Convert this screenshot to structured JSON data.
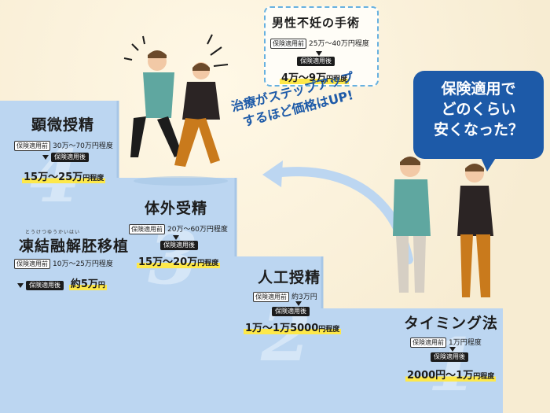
{
  "colors": {
    "stair": "#bcd6f1",
    "accent_blue": "#1d5aa8",
    "highlight": "#fde84a",
    "background": "#fbf3df"
  },
  "labels": {
    "before": "保険適用前",
    "after": "保険適用後"
  },
  "bubble": {
    "line1": "保険適用で",
    "line2": "どのくらい",
    "line3": "安くなった？"
  },
  "slogan": {
    "line1": "治療がステップアップ",
    "line2": "するほど価格はUP!"
  },
  "male": {
    "title": "男性不妊の手術",
    "before": "25万～40万円程度",
    "after": "4万～9万",
    "after_unit": "円程度"
  },
  "steps": {
    "s1": {
      "num": "1",
      "title": "タイミング法",
      "before": "1万円程度",
      "after": "2000円～1万",
      "after_unit": "円程度"
    },
    "s2": {
      "num": "2",
      "title": "人工授精",
      "before": "約3万円",
      "after": "1万～1万5000",
      "after_unit": "円程度"
    },
    "s3": {
      "num": "3",
      "title": "体外受精",
      "before": "20万～60万円程度",
      "after": "15万～20万",
      "after_unit": "円程度"
    },
    "s4": {
      "num": "4",
      "title": "顕微授精",
      "before": "30万～70万円程度",
      "after": "15万～25万",
      "after_unit": "円程度"
    },
    "frozen": {
      "title": "凍結融解胚移植",
      "ruby": "とうけつゆうかいはい",
      "before": "10万～25万円程度",
      "after": "約5万",
      "after_unit": "円"
    }
  }
}
